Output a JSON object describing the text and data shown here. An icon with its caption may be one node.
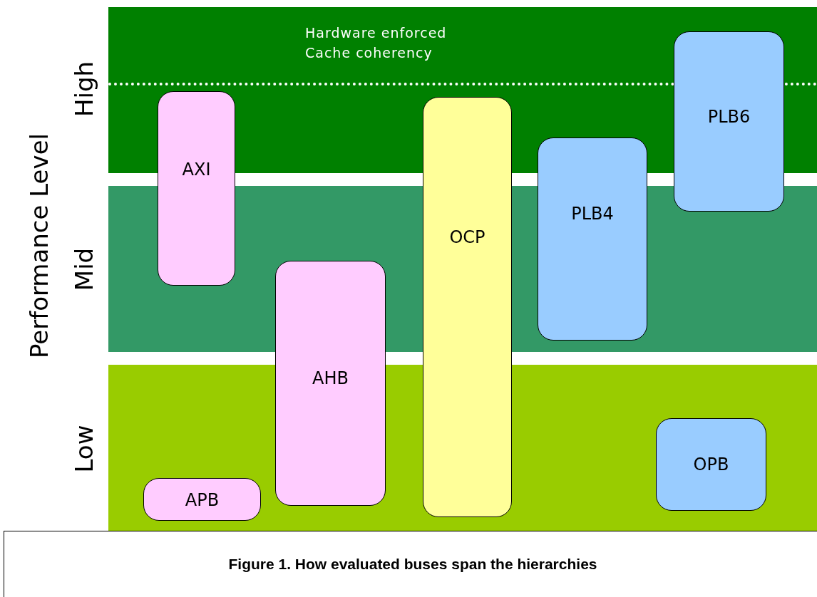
{
  "diagram": {
    "caption": "Figure 1. How evaluated buses span the hierarchies",
    "nodes": [
      {
        "text": [
          "High",
          "Hardware enforced Cache coherency"
        ]
      },
      {
        "text": [
          "Mid"
        ]
      },
      {
        "text": [
          "Low"
        ]
      },
      {
        "text": [
          "PLB6"
        ]
      },
      {
        "text": [
          "AXI"
        ]
      },
      {
        "text": [
          "OCP"
        ]
      },
      {
        "text": [
          "PLB4"
        ]
      },
      {
        "text": [
          "AHB"
        ]
      },
      {
        "text": [
          "OPB"
        ],
        "in": 2
      },
      {
        "text": [
          "APB"
        ],
        "in": 2
      }
    ],
    "labels": [
      "Performance Level"
    ]
  }
}
